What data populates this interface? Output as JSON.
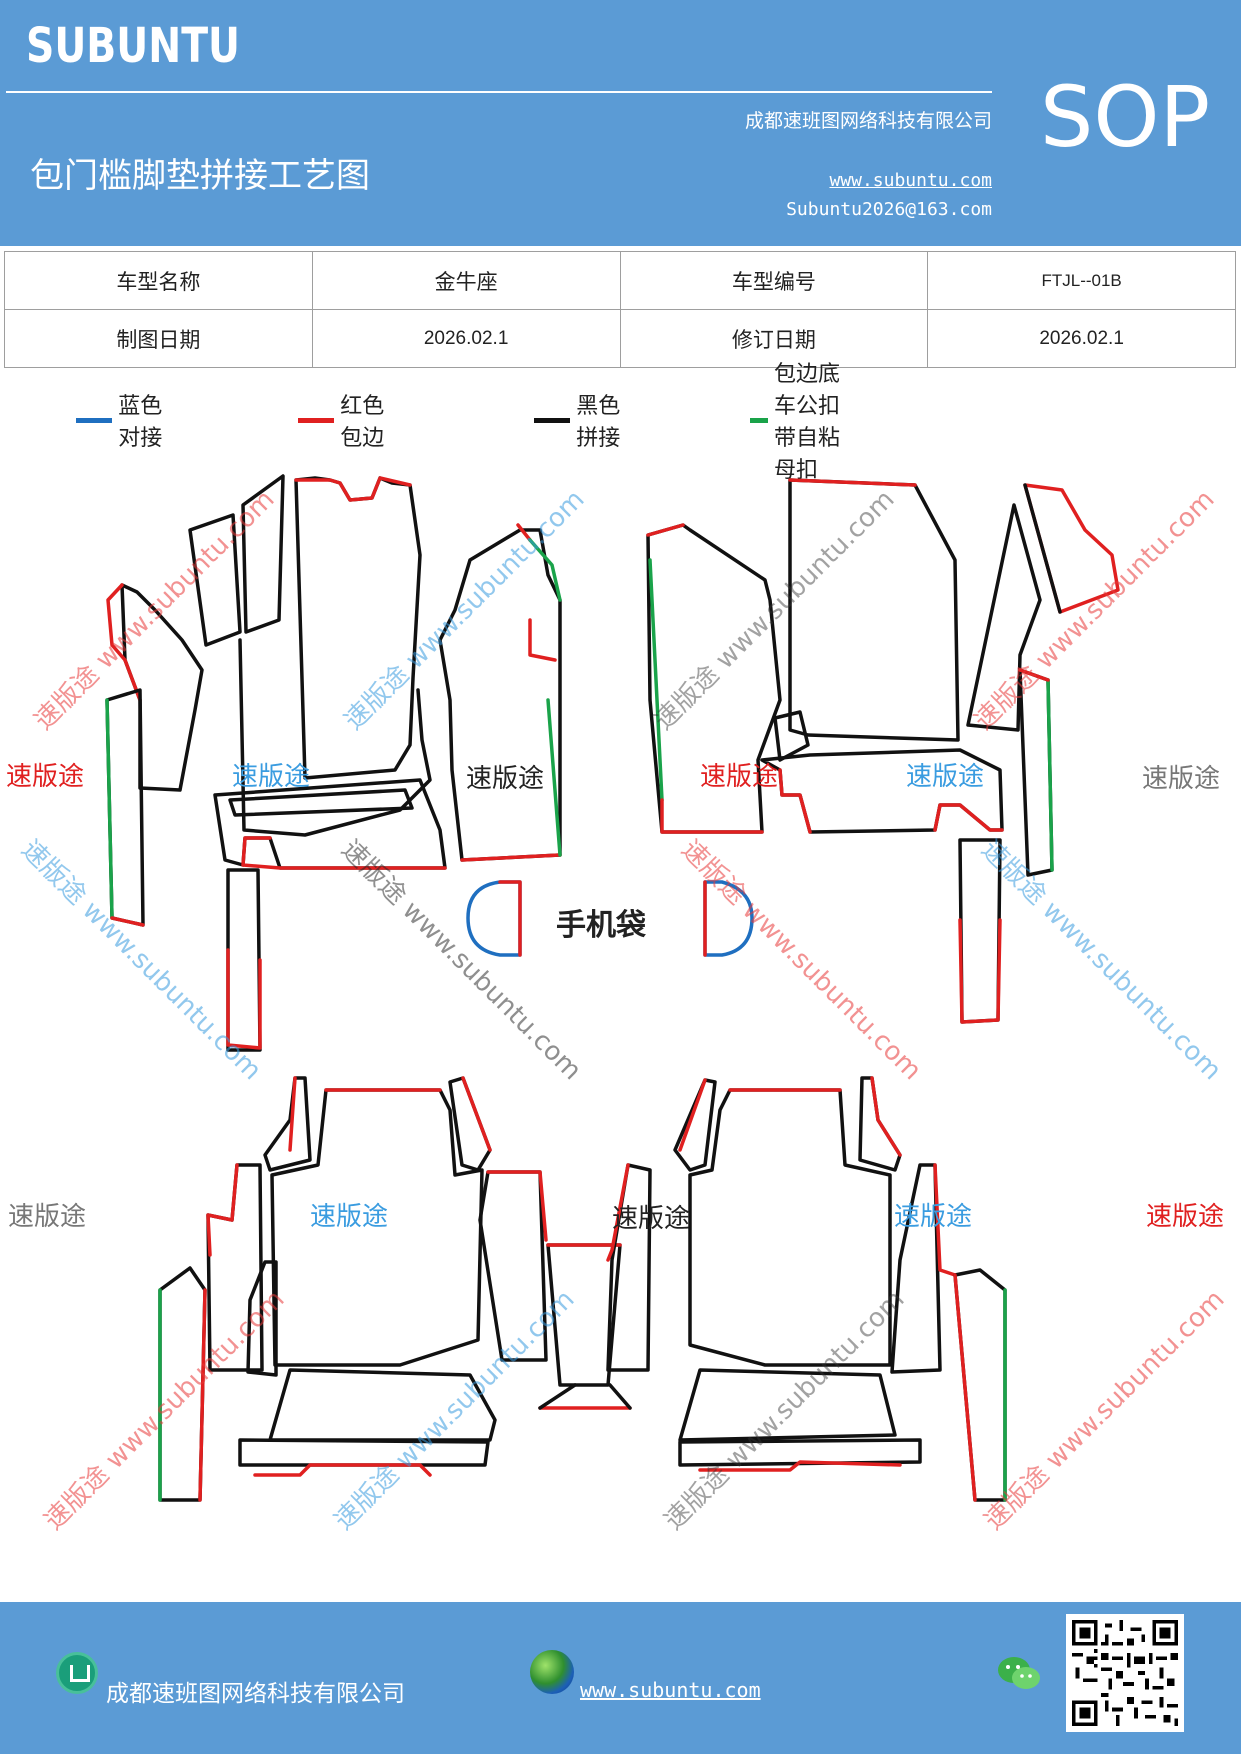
{
  "header": {
    "brand": "SUBUNTU",
    "company": "成都速班图网络科技有限公司",
    "title": "包门槛脚垫拼接工艺图",
    "website": "www.subuntu.com",
    "email": "Subuntu2026@163.com",
    "badge": "SOP"
  },
  "info_table": {
    "model_name_label": "车型名称",
    "model_name_value": "金牛座",
    "model_code_label": "车型编号",
    "model_code_value": "FTJL--01B",
    "draw_date_label": "制图日期",
    "draw_date_value": "2026.02.1",
    "revise_date_label": "修订日期",
    "revise_date_value": "2026.02.1"
  },
  "legend": [
    {
      "label": "蓝色对接",
      "color": "#1f6fc0"
    },
    {
      "label": "红色包边",
      "color": "#e02020"
    },
    {
      "label": "黑色拼接",
      "color": "#111111"
    },
    {
      "label": "包边底车公扣带自粘母扣",
      "color": "#1aa34a"
    }
  ],
  "diagram": {
    "phone_pocket_label": "手机袋",
    "watermark_cn": "速版途",
    "watermark_url": "www.subuntu.com",
    "watermark_full": "速版途 www.subuntu.com"
  },
  "footer": {
    "company": "成都速班图网络科技有限公司",
    "website": "www.subuntu.com",
    "home_icon": "home-icon",
    "globe_icon": "globe-icon",
    "wechat_icon": "wechat-icon",
    "qr_icon": "qr-code"
  }
}
